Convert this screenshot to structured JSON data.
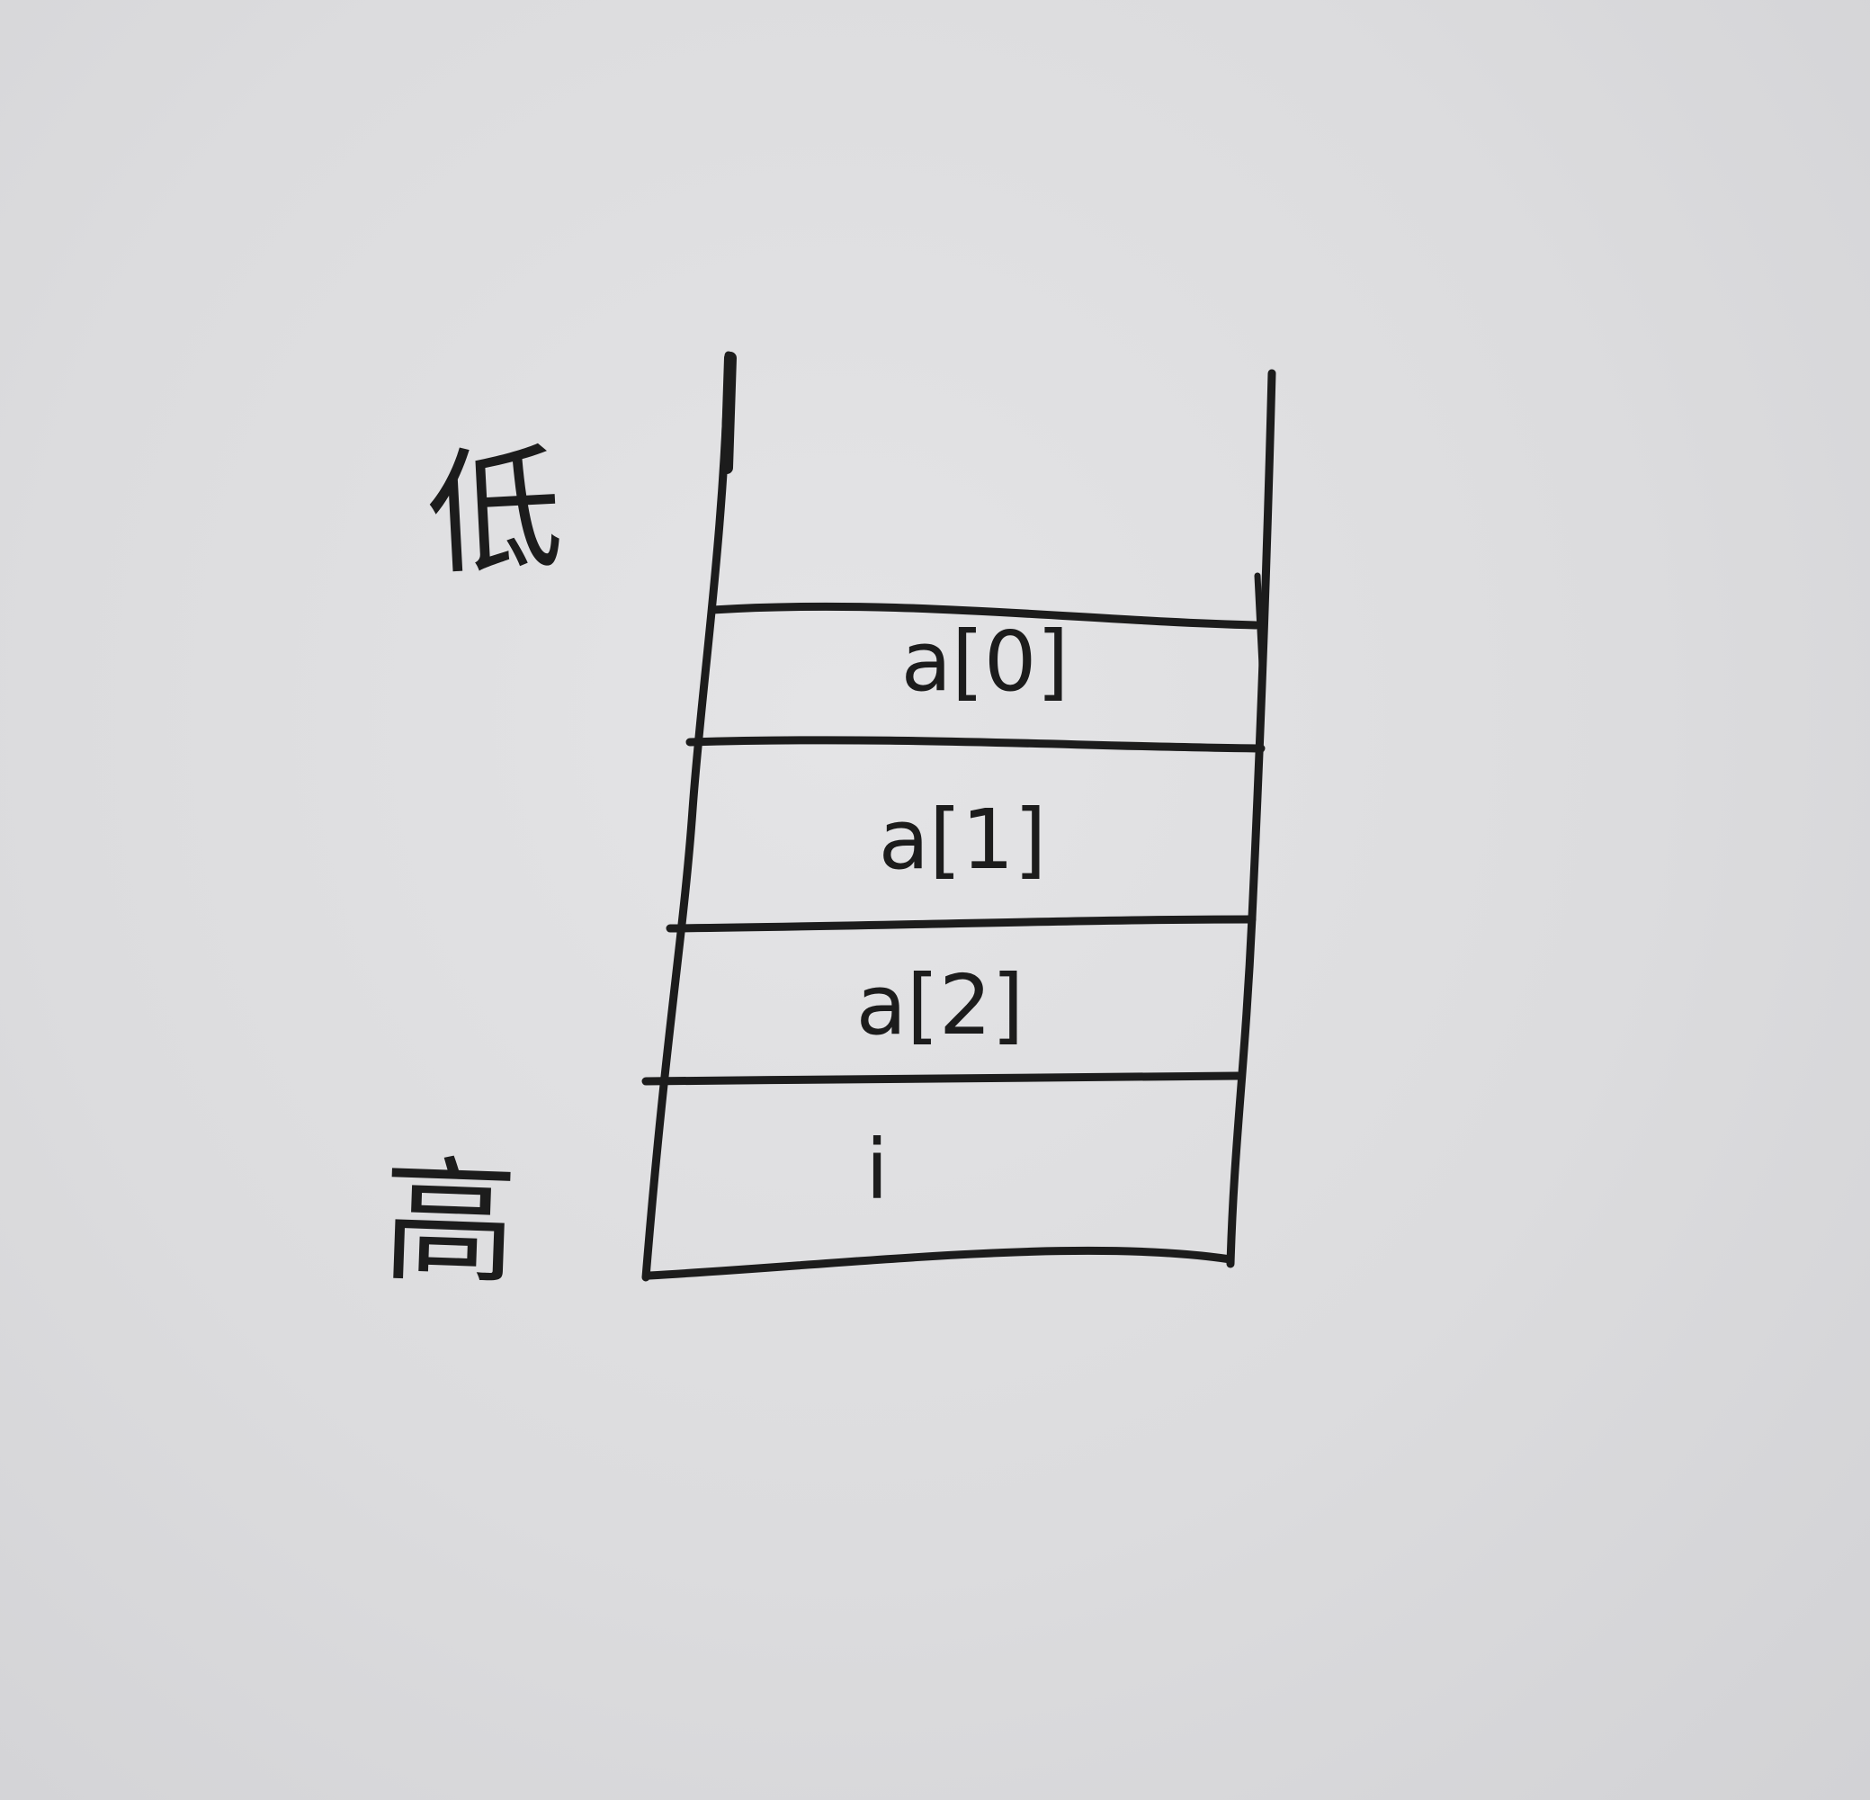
{
  "labels": {
    "low": "低",
    "high": "高"
  },
  "stack_cells": [
    "a[0]",
    "a[1]",
    "a[2]",
    "i"
  ],
  "colors": {
    "ink": "#1c1c1c",
    "paper": "#dcdcde"
  }
}
